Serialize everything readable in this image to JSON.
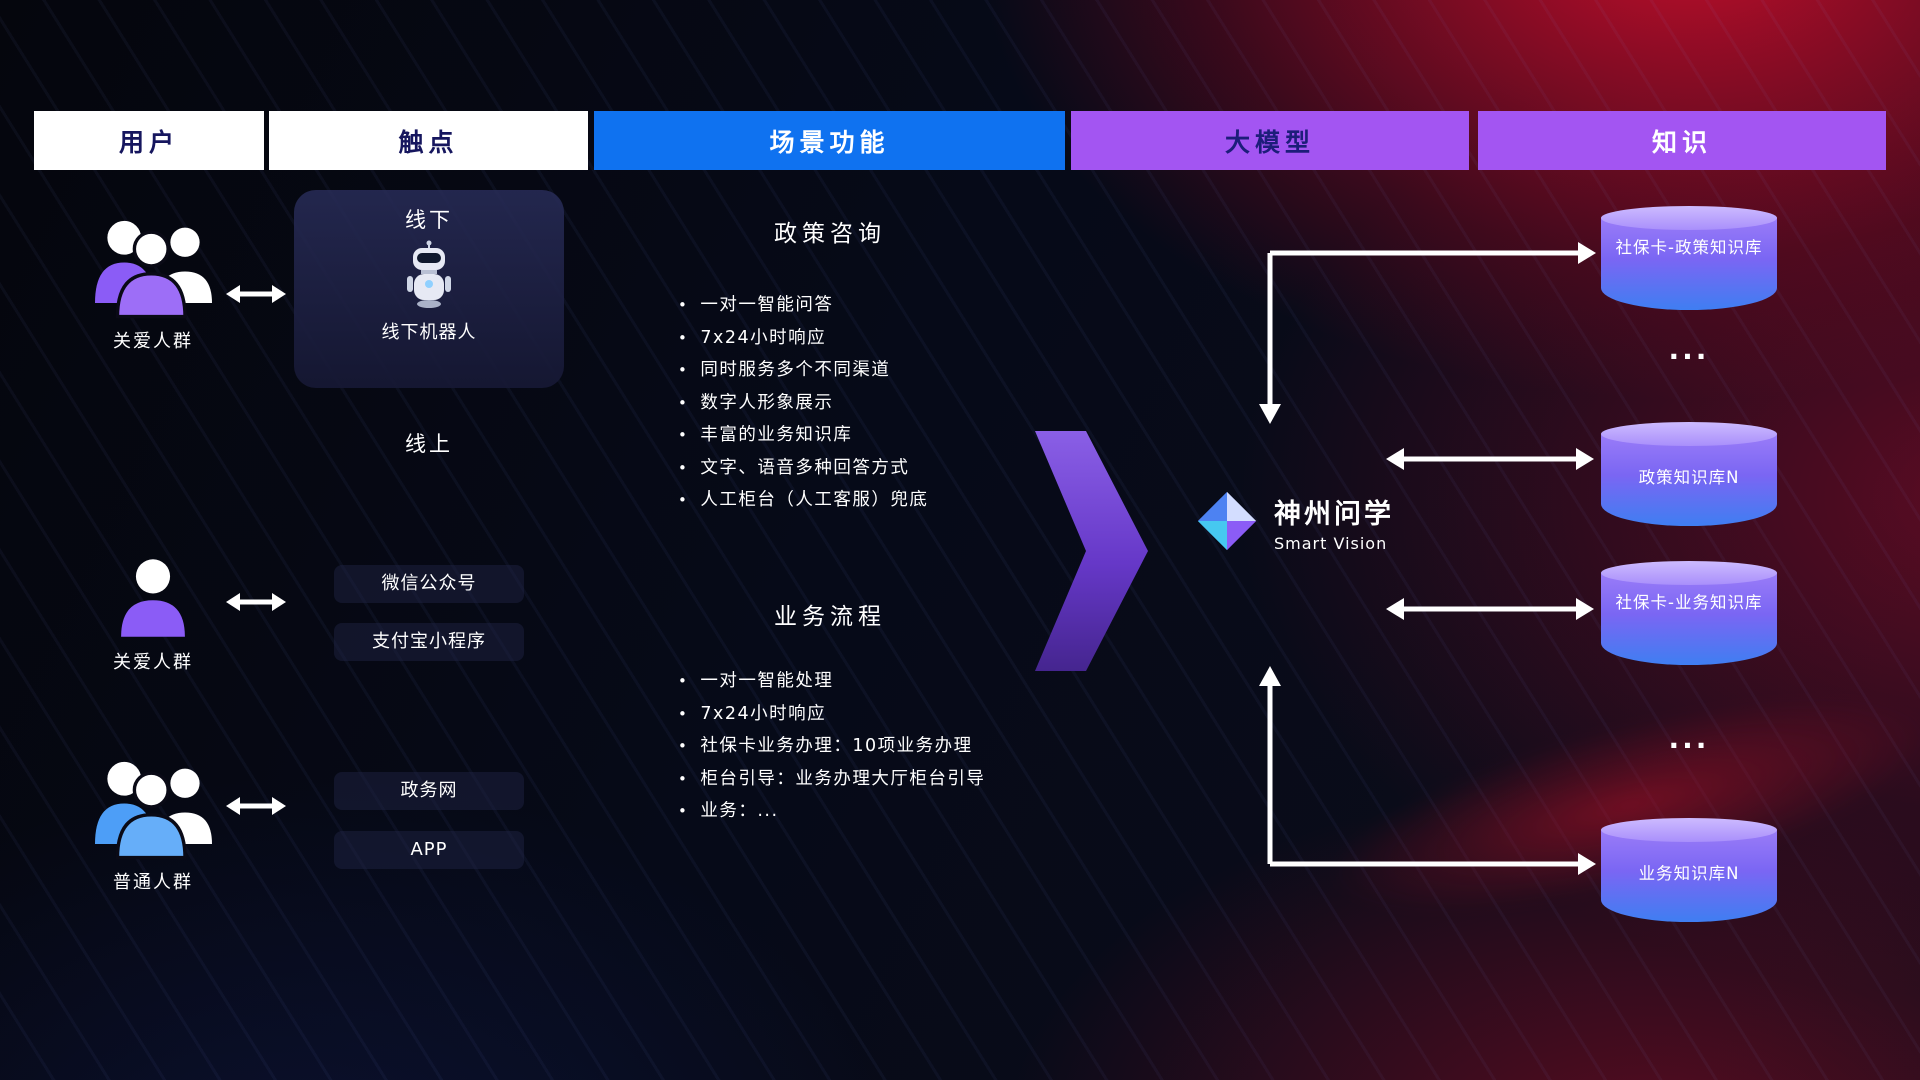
{
  "headers": [
    {
      "label": "用户"
    },
    {
      "label": "触点"
    },
    {
      "label": "场景功能"
    },
    {
      "label": "大模型"
    },
    {
      "label": "知识"
    }
  ],
  "users": [
    {
      "label": "关爱人群",
      "icon": "group-people-purple-icon"
    },
    {
      "label": "关爱人群",
      "icon": "person-purple-icon"
    },
    {
      "label": "普通人群",
      "icon": "group-people-blue-icon"
    }
  ],
  "touchpoints": {
    "offline_title": "线下",
    "offline_robot_label": "线下机器人",
    "online_title": "线上",
    "channels": [
      "微信公众号",
      "支付宝小程序",
      "政务网",
      "APP"
    ]
  },
  "scene": {
    "policy_title": "政策咨询",
    "policy_items": [
      "一对一智能问答",
      "7x24小时响应",
      "同时服务多个不同渠道",
      "数字人形象展示",
      "丰富的业务知识库",
      "文字、语音多种回答方式",
      "人工柜台（人工客服）兜底"
    ],
    "business_title": "业务流程",
    "business_items": [
      "一对一智能处理",
      "7x24小时响应",
      "社保卡业务办理：10项业务办理",
      "柜台引导：业务办理大厅柜台引导",
      "业务：..."
    ]
  },
  "model": {
    "name": "神州问学",
    "subtitle": "Smart Vision"
  },
  "knowledge": {
    "items": [
      {
        "type": "db",
        "label": "社保卡-政策知识库"
      },
      {
        "type": "dots",
        "label": "..."
      },
      {
        "type": "db",
        "label": "政策知识库N"
      },
      {
        "type": "db",
        "label": "社保卡-业务知识库"
      },
      {
        "type": "dots",
        "label": "..."
      },
      {
        "type": "db",
        "label": "业务知识库N"
      }
    ]
  },
  "colors": {
    "accent_blue": "#0f72f0",
    "accent_purple": "#a355f2",
    "cylinder_top": "#cdbbff",
    "cylinder_bottom": "#3f7ef2",
    "arrow_white": "#ffffff",
    "flow_arrow_purple": "#6638c8",
    "bg_red": "#c8102c"
  }
}
